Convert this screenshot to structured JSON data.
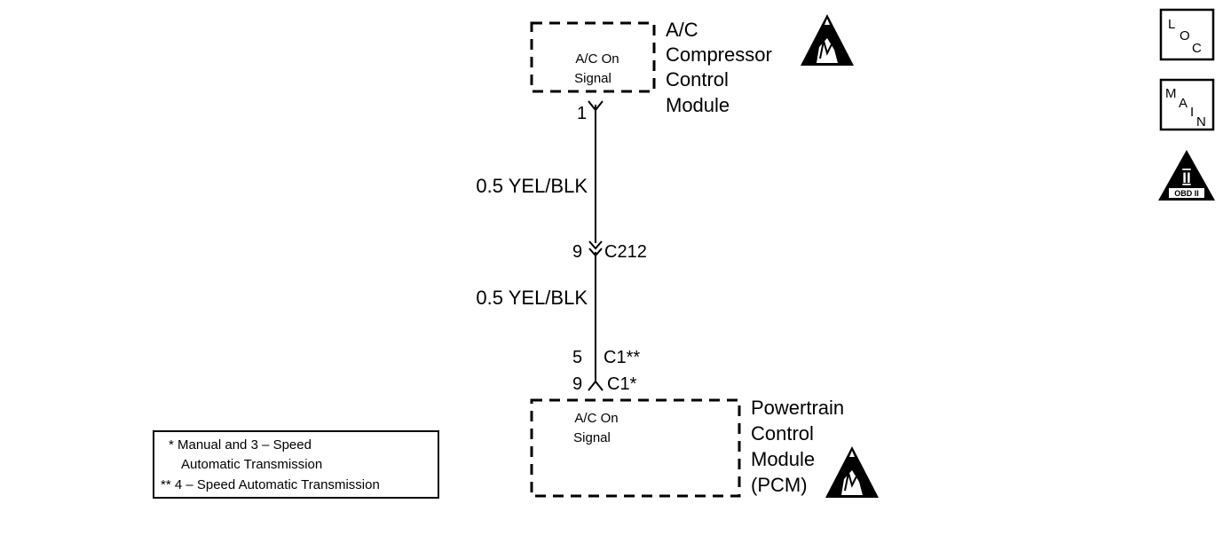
{
  "top_module": {
    "signal_lines": [
      "A/C On",
      "Signal"
    ],
    "name_lines": [
      "A/C",
      "Compressor",
      "Control",
      "Module"
    ],
    "pin": "1"
  },
  "wire_upper": "0.5 YEL/BLK",
  "inline_connector": {
    "pin": "9",
    "name": "C212"
  },
  "wire_lower": "0.5 YEL/BLK",
  "pcm_connectors": [
    {
      "pin": "5",
      "name": "C1**"
    },
    {
      "pin": "9",
      "name": "C1*"
    }
  ],
  "bottom_module": {
    "signal_lines": [
      "A/C On",
      "Signal"
    ],
    "name_lines": [
      "Powertrain",
      "Control",
      "Module",
      "(PCM)"
    ]
  },
  "legend": {
    "lines": [
      "* Manual and 3 – Speed",
      "Automatic Transmission",
      "** 4 – Speed Automatic Transmission"
    ]
  },
  "side_icons": {
    "loc": [
      "L",
      "O",
      "C"
    ],
    "main": [
      "M",
      "A",
      "I",
      "N"
    ],
    "obd": {
      "symbol": "II",
      "text": "OBD II"
    }
  },
  "icons": [
    "esd-warning-icon",
    "loc-icon",
    "main-icon",
    "obd-ii-icon"
  ]
}
